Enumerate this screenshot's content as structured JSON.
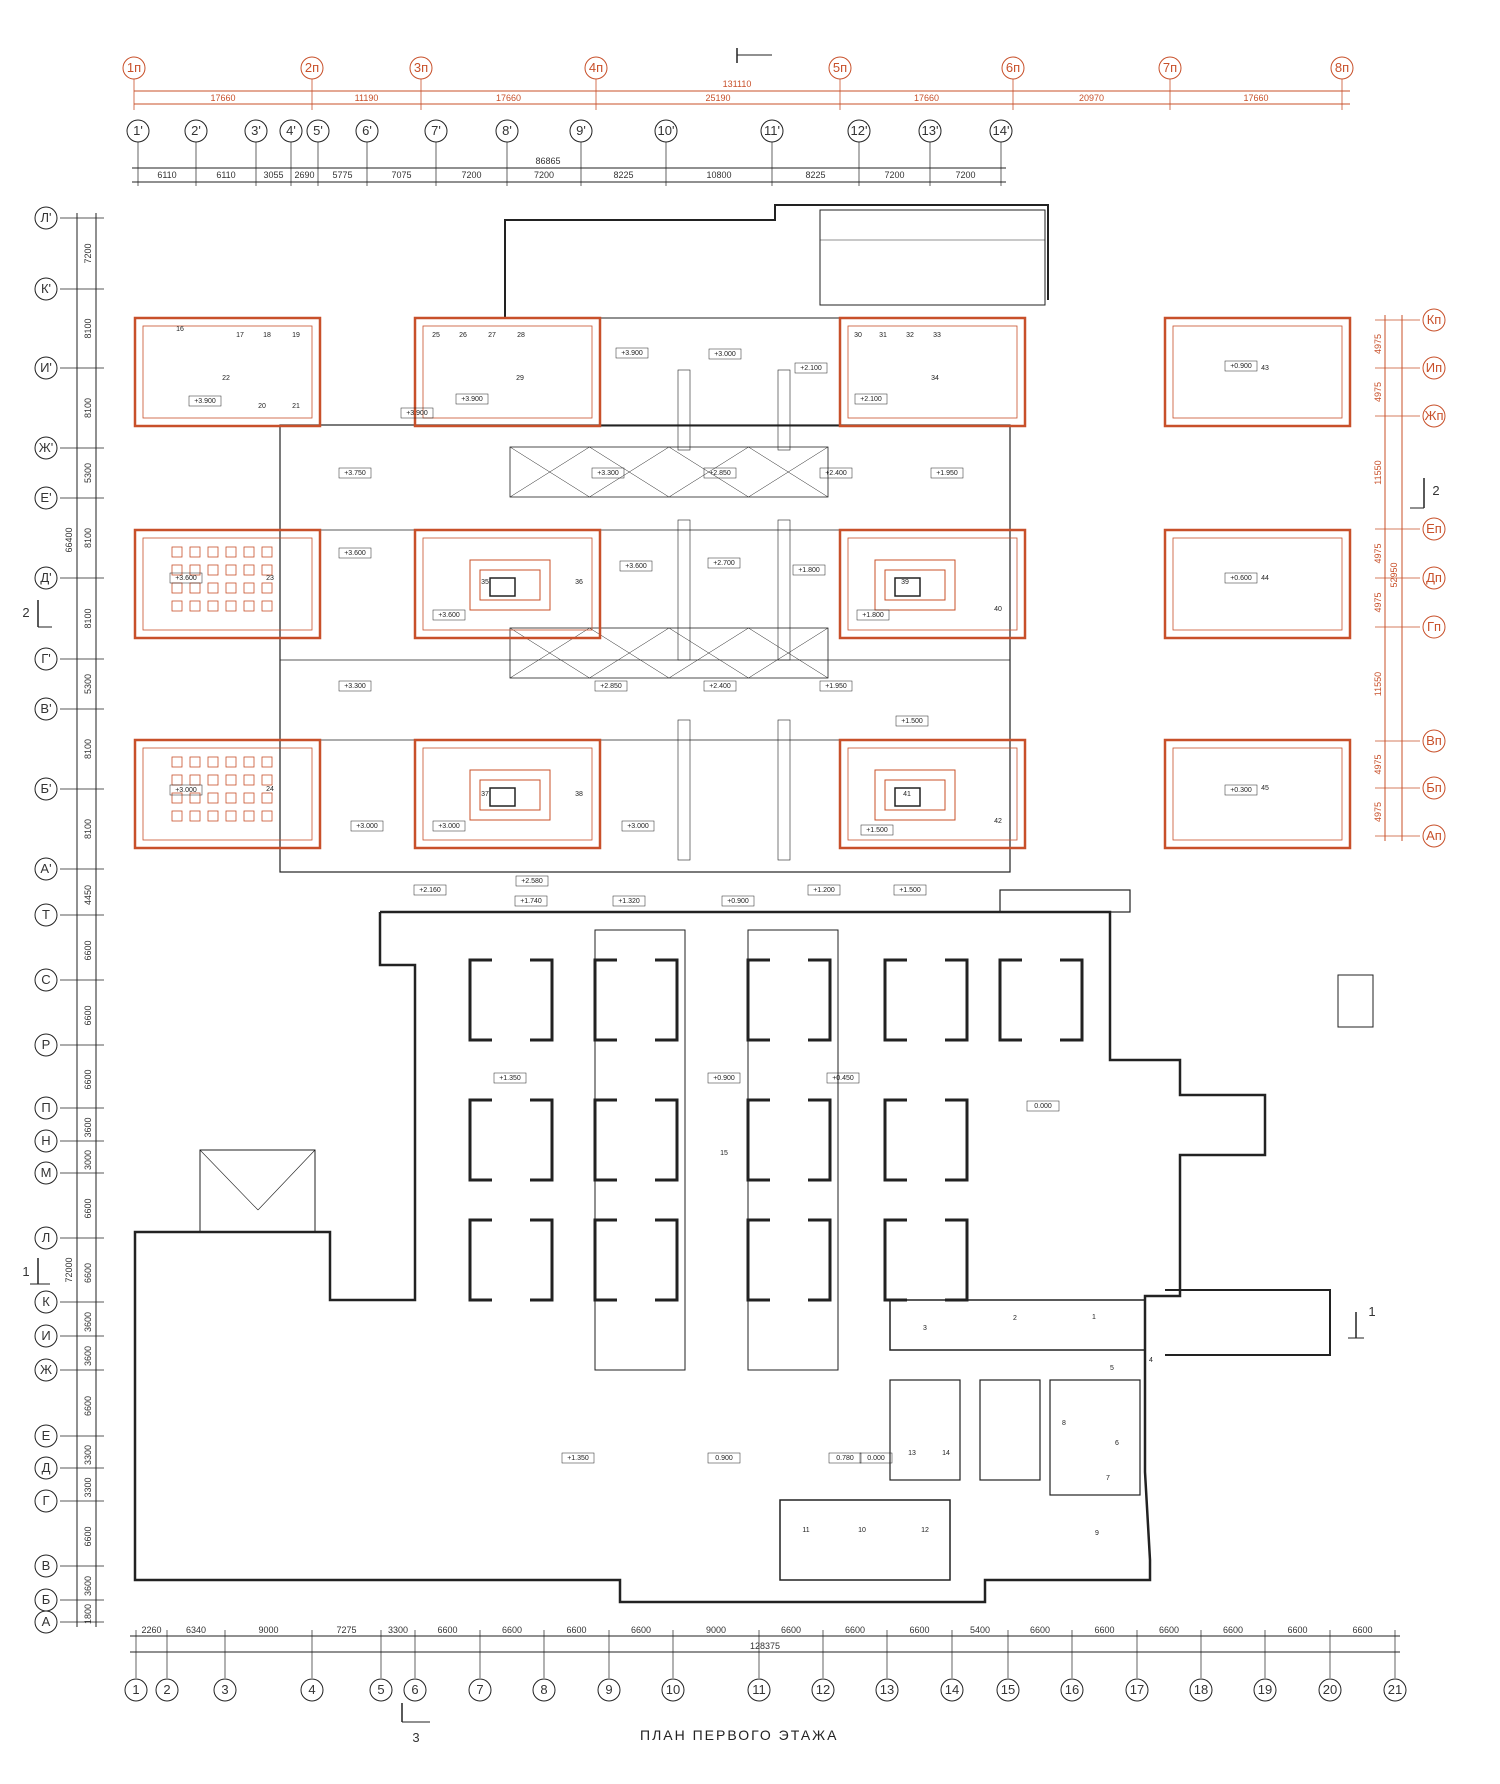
{
  "title": "ПЛАН ПЕРВОГО ЭТАЖА",
  "colors": {
    "line": "#222222",
    "accent": "#c8502a",
    "grid": "#444444"
  },
  "top_red_axes": {
    "labels": [
      "1п",
      "2п",
      "3п",
      "4п",
      "5п",
      "6п",
      "7п",
      "8п"
    ],
    "spans": [
      "17660",
      "11190",
      "17660",
      "25190",
      "17660",
      "20970",
      "17660"
    ],
    "total": "131110"
  },
  "top_prime_axes": {
    "labels": [
      "1'",
      "2'",
      "3'",
      "4'",
      "5'",
      "6'",
      "7'",
      "8'",
      "9'",
      "10'",
      "11'",
      "12'",
      "13'",
      "14'"
    ],
    "spans": [
      "6110",
      "6110",
      "3055",
      "2690",
      "5775",
      "7075",
      "7200",
      "7200",
      "8225",
      "10800",
      "8225",
      "7200",
      "7200"
    ],
    "total": "86865"
  },
  "left_prime_axes": {
    "labels": [
      "Л'",
      "К'",
      "И'",
      "Ж'",
      "Е'",
      "Д'",
      "Г'",
      "В'",
      "Б'",
      "А'"
    ],
    "spans": [
      "7200",
      "8100",
      "8100",
      "5300",
      "8100",
      "8100",
      "5300",
      "8100",
      "8100"
    ],
    "total": "66400"
  },
  "left_main_axes": {
    "labels": [
      "Т",
      "С",
      "Р",
      "П",
      "Н",
      "М",
      "Л",
      "К",
      "И",
      "Ж",
      "Е",
      "Д",
      "Г",
      "В",
      "Б",
      "А"
    ],
    "spans": [
      "4450",
      "6600",
      "6600",
      "6600",
      "3600",
      "3000",
      "6600",
      "6600",
      "3600",
      "3600",
      "6600",
      "3300",
      "3300",
      "6600",
      "3600",
      "1800"
    ],
    "total": "72000"
  },
  "bottom_axes": {
    "labels": [
      "1",
      "2",
      "3",
      "4",
      "5",
      "6",
      "7",
      "8",
      "9",
      "10",
      "11",
      "12",
      "13",
      "14",
      "15",
      "16",
      "17",
      "18",
      "19",
      "20",
      "21"
    ],
    "spans": [
      "2260",
      "6340",
      "9000",
      "7275",
      "3300",
      "6600",
      "6600",
      "6600",
      "6600",
      "9000",
      "6600",
      "6600",
      "6600",
      "5400",
      "6600",
      "6600",
      "6600",
      "6600",
      "6600",
      "6600"
    ],
    "total": "128375"
  },
  "right_red_axes": {
    "labels": [
      "Кп",
      "Ип",
      "Жп",
      "Еп",
      "Дп",
      "Гп",
      "Вп",
      "Бп",
      "Ап"
    ],
    "spans": [
      "4975",
      "4975",
      "11550",
      "4975",
      "4975",
      "11550",
      "4975",
      "4975"
    ],
    "total": "52950"
  },
  "section_marks": [
    "1",
    "2",
    "3"
  ],
  "rooms": [
    "1",
    "2",
    "3",
    "4",
    "5",
    "6",
    "7",
    "8",
    "9",
    "10",
    "11",
    "12",
    "13",
    "14",
    "15",
    "16",
    "17",
    "18",
    "19",
    "20",
    "21",
    "22",
    "23",
    "24",
    "25",
    "26",
    "27",
    "28",
    "29",
    "30",
    "31",
    "32",
    "33",
    "34",
    "35",
    "36",
    "37",
    "38",
    "39",
    "40",
    "41",
    "42",
    "43",
    "44",
    "45"
  ],
  "levels": [
    "+3.900",
    "+3.900",
    "+3.900",
    "+3.900",
    "+3.000",
    "+2.100",
    "+2.100",
    "+3.750",
    "+3.300",
    "+2.850",
    "+2.400",
    "+1.950",
    "+3.600",
    "+3.600",
    "+3.600",
    "+3.600",
    "+2.700",
    "+1.800",
    "+1.800",
    "+3.300",
    "+2.850",
    "+2.400",
    "+1.950",
    "+1.500",
    "+3.000",
    "+3.000",
    "+3.000",
    "+3.000",
    "+1.500",
    "+2.160",
    "+2.580",
    "+1.740",
    "+1.320",
    "+0.900",
    "+1.200",
    "+1.500",
    "+1.350",
    "+0.900",
    "+0.450",
    "0.000",
    "+1.350",
    "0.900",
    "0.780",
    "0.000",
    "+0.900",
    "+0.600",
    "+0.300"
  ]
}
